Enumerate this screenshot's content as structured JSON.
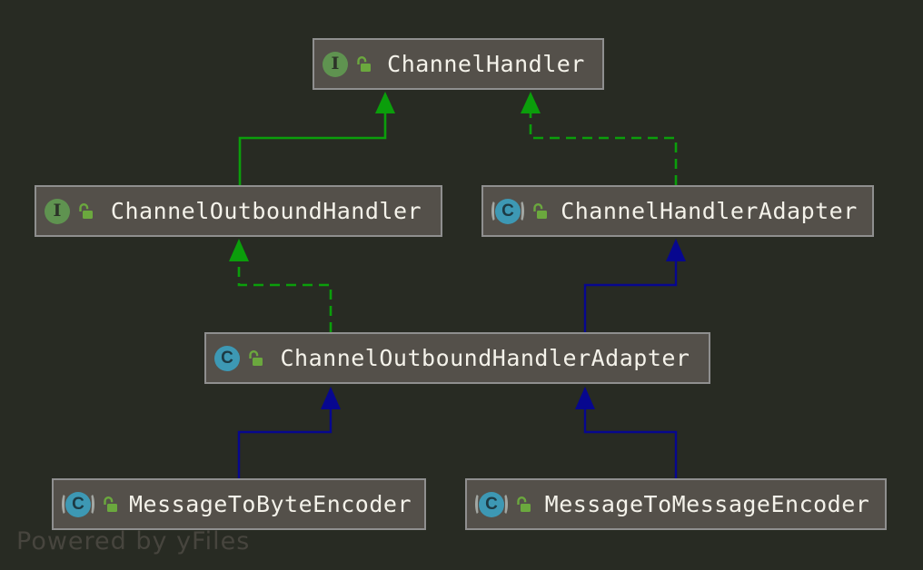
{
  "window": {
    "background": "#282b23",
    "watermark": "Powered by yFiles"
  },
  "palette": {
    "node_fill": "#54504a",
    "node_border": "#8f8f8f",
    "node_text": "#f4f2ea",
    "interface_badge_green": "#5f9350",
    "class_badge_teal": "#3d98b4",
    "lock_green": "#6ba83e",
    "edge_green": "#0b9e0b",
    "edge_blue": "#07078f",
    "watermark_gray": "#47453e"
  },
  "nodes": [
    {
      "label": "ChannelHandler",
      "type": "interface",
      "icon_letter": "I",
      "visibility": "public"
    },
    {
      "label": "ChannelOutboundHandler",
      "type": "interface",
      "icon_letter": "I",
      "visibility": "public"
    },
    {
      "label": "ChannelHandlerAdapter",
      "type": "abstract-class",
      "icon_letter": "C",
      "visibility": "public"
    },
    {
      "label": "ChannelOutboundHandlerAdapter",
      "type": "class",
      "icon_letter": "C",
      "visibility": "public"
    },
    {
      "label": "MessageToByteEncoder",
      "type": "abstract-class",
      "icon_letter": "C",
      "visibility": "public"
    },
    {
      "label": "MessageToMessageEncoder",
      "type": "abstract-class",
      "icon_letter": "C",
      "visibility": "public"
    }
  ],
  "edges": [
    {
      "from": "ChannelOutboundHandler",
      "to": "ChannelHandler",
      "relation": "extends",
      "line": "solid",
      "color": "green"
    },
    {
      "from": "ChannelHandlerAdapter",
      "to": "ChannelHandler",
      "relation": "implements",
      "line": "dashed",
      "color": "green"
    },
    {
      "from": "ChannelOutboundHandlerAdapter",
      "to": "ChannelOutboundHandler",
      "relation": "implements",
      "line": "dashed",
      "color": "green"
    },
    {
      "from": "ChannelOutboundHandlerAdapter",
      "to": "ChannelHandlerAdapter",
      "relation": "extends",
      "line": "solid",
      "color": "blue"
    },
    {
      "from": "MessageToByteEncoder",
      "to": "ChannelOutboundHandlerAdapter",
      "relation": "extends",
      "line": "solid",
      "color": "blue"
    },
    {
      "from": "MessageToMessageEncoder",
      "to": "ChannelOutboundHandlerAdapter",
      "relation": "extends",
      "line": "solid",
      "color": "blue"
    }
  ]
}
